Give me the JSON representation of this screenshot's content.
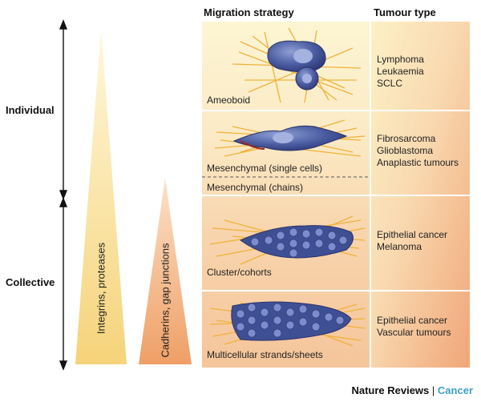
{
  "headers": {
    "migration": "Migration strategy",
    "tumour": "Tumour type"
  },
  "side_labels": {
    "individual": "Individual",
    "collective": "Collective"
  },
  "wedges": {
    "integrins": "Integrins, proteases",
    "cadherins": "Cadherins, gap junctions"
  },
  "rows": [
    {
      "label": "Ameoboid",
      "tumours": [
        "Lymphoma",
        "Leukaemia",
        "SCLC"
      ]
    },
    {
      "label": "Mesenchymal (single cells)",
      "tumours": [
        "Fibrosarcoma",
        "Glioblastoma",
        "Anaplastic tumours"
      ]
    },
    {
      "label": "Mesenchymal (chains)",
      "tumours": []
    },
    {
      "label": "Cluster/cohorts",
      "tumours": [
        "Epithelial cancer",
        "Melanoma"
      ]
    },
    {
      "label": "Multicellular strands/sheets",
      "tumours": [
        "Epithelial cancer",
        "Vascular tumours"
      ]
    }
  ],
  "footer": {
    "brand": "Nature Reviews",
    "separator": "|",
    "journal": "Cancer"
  },
  "colors": {
    "pale_yellow": "#fdf1c4",
    "peach": "#f7c9a0",
    "orange": "#f2a877",
    "cell_blue": "#3f4f94",
    "fibre": "#f0b23a"
  }
}
